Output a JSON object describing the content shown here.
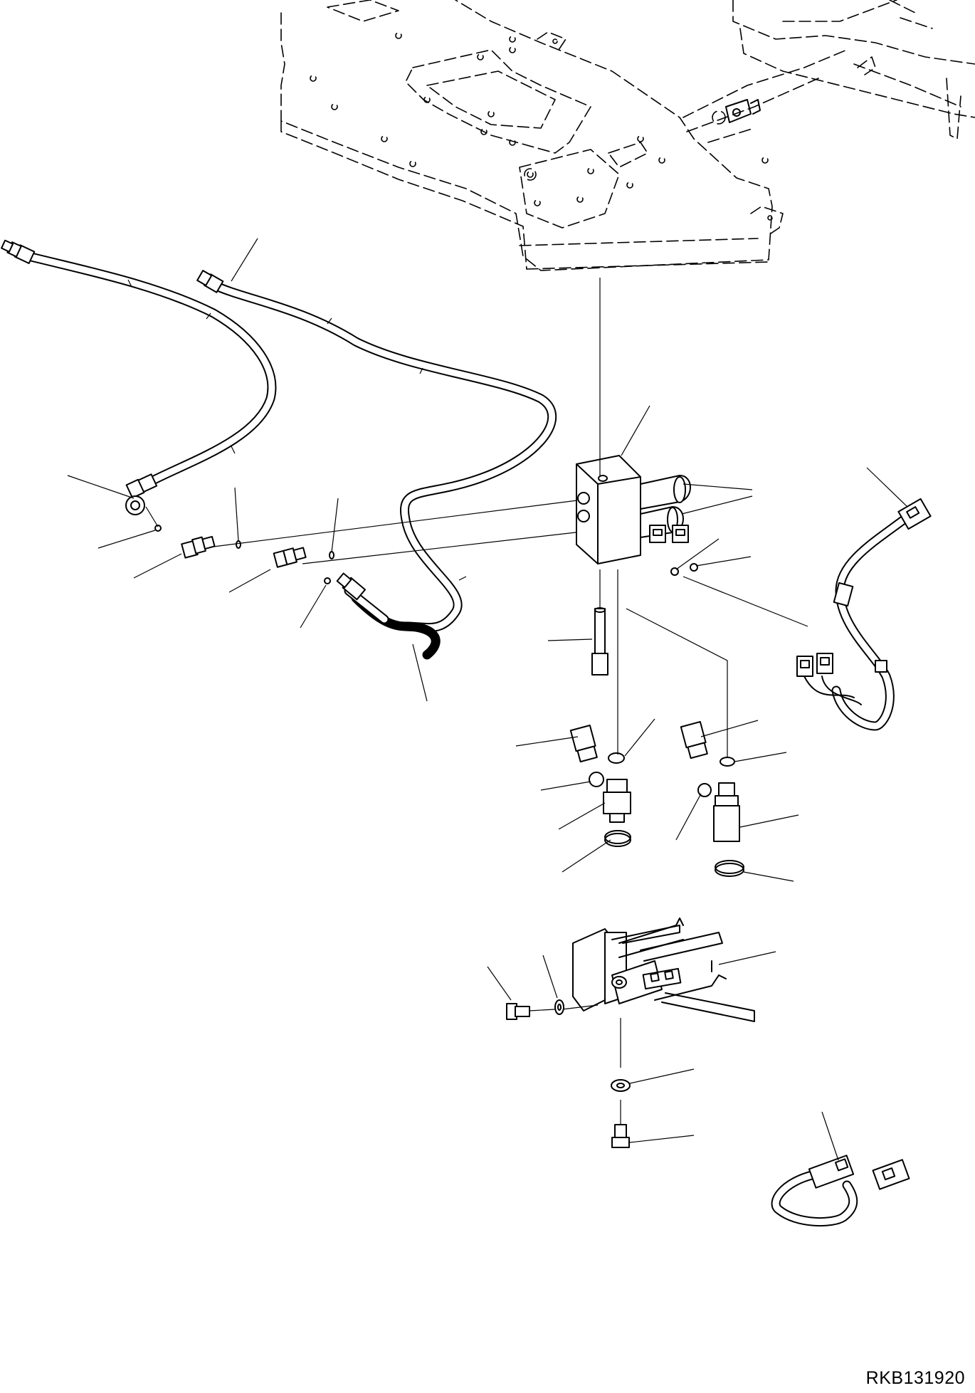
{
  "drawing_code": "RKB131920",
  "parts": {
    "frame": "frame",
    "hose_a": "hose",
    "hose_b": "hose",
    "hose_c": "hose",
    "solenoid_valve": "solenoid-valve",
    "wiring_harness": "wiring-harness",
    "connector_harness": "connector-harness",
    "bracket": "bracket",
    "fittings": "fittings",
    "o_rings": "o-rings",
    "bolts": "bolts",
    "clamps": "clamps"
  }
}
